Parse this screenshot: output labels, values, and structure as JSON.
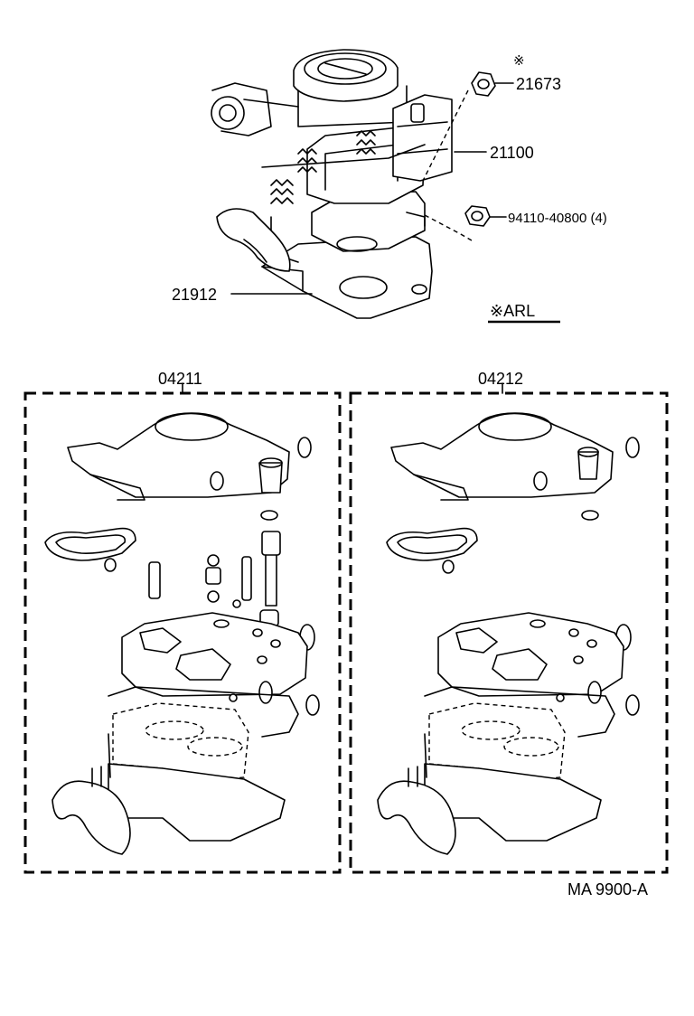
{
  "callouts": {
    "c21673": "21673",
    "c21100": "21100",
    "c94110": "94110-40800 (4)",
    "c21912": "21912",
    "arl": "※ARL",
    "mark": "※",
    "kit_left": "04211",
    "kit_right": "04212"
  },
  "drawing_code": "MA 9900-A",
  "colors": {
    "ink": "#000000",
    "paper": "#ffffff"
  }
}
